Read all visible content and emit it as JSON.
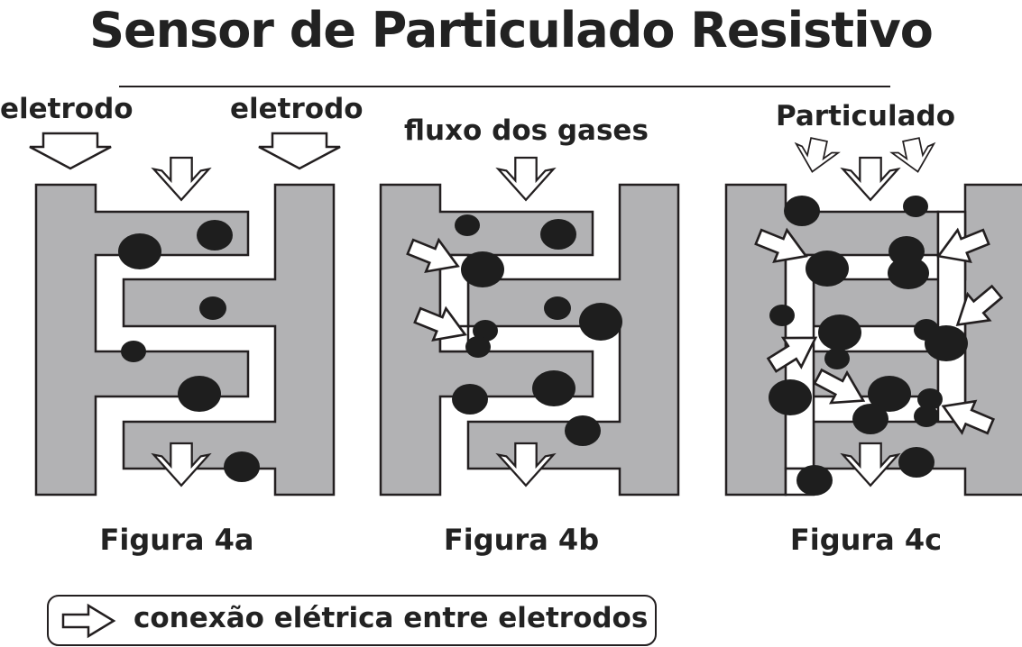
{
  "title": "Sensor de Particulado Resistivo",
  "labels": {
    "electrode_left": "eletrodo",
    "electrode_right": "eletrodo",
    "gas_flow": "fluxo dos gases",
    "particulate": "Particulado"
  },
  "figures": [
    {
      "caption": "Figura 4a"
    },
    {
      "caption": "Figura 4b"
    },
    {
      "caption": "Figura 4c"
    }
  ],
  "legend": {
    "text": "conexão elétrica entre eletrodos",
    "icon": "outline-arrow-icon"
  },
  "colors": {
    "electrode_fill": "#b2b2b4",
    "particle_fill": "#1e1e1e",
    "outline": "#231f20",
    "arrow_fill": "#ffffff"
  }
}
